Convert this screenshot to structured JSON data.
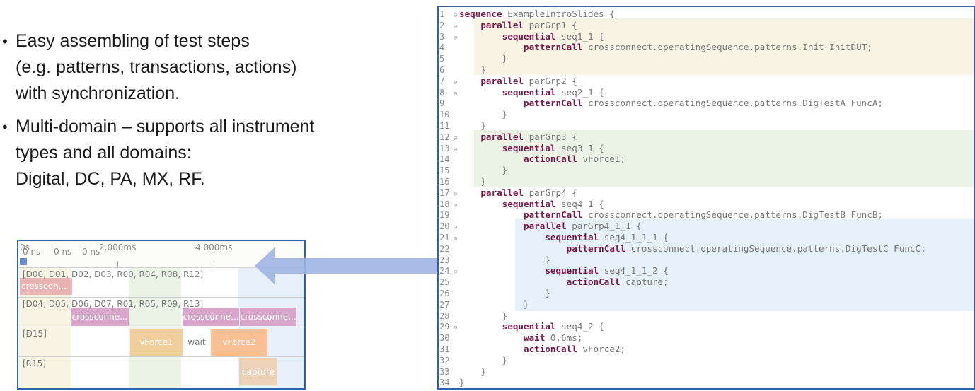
{
  "bullets": [
    {
      "lines": [
        "Easy assembling of test steps",
        "(e.g. patterns, transactions, actions)",
        "with synchronization."
      ]
    },
    {
      "lines": [
        "Multi-domain – supports all instrument",
        "types and all domains:",
        "Digital, DC, PA, MX, RF."
      ]
    }
  ],
  "timeline": {
    "header_labels": [
      "0s",
      "0 ns",
      "0 ns",
      "0 ns",
      "2.000ms",
      "4.000ms"
    ],
    "rows": [
      {
        "label": "[D00, D01, D02, D03, R00, R04, R08, R12]",
        "blocks": [
          "crosscon..."
        ]
      },
      {
        "label": "[D04, D05, D06, D07, R01, R05, R09, R13]",
        "blocks": [
          "crossconne...",
          "crossconne...",
          "crossconne..."
        ]
      },
      {
        "label": "[D15]",
        "blocks": [
          "vForce1",
          "wait",
          "vForce2"
        ]
      },
      {
        "label": "[R15]",
        "blocks": [
          "capture"
        ]
      }
    ]
  },
  "colors": {
    "panel_border": "#2e63b0",
    "keyword": "#7a1a4a",
    "highlight_yellow": "#f7f4e4",
    "highlight_green": "#eaf3e6",
    "highlight_blue": "#e6f0fb",
    "arrow": "#9fb5e3"
  },
  "code": {
    "lines": [
      {
        "n": "1",
        "fold": true,
        "indent": 0,
        "kw": "sequence",
        "rest": " ExampleIntroSlides {"
      },
      {
        "n": "2",
        "fold": true,
        "indent": 4,
        "kw": "parallel",
        "rest": " parGrp1 {"
      },
      {
        "n": "3",
        "fold": true,
        "indent": 8,
        "kw": "sequential",
        "rest": " seq1_1 {"
      },
      {
        "n": "4",
        "fold": false,
        "indent": 12,
        "kw": "patternCall",
        "rest": " crossconnect.operatingSequence.patterns.Init InitDUT;"
      },
      {
        "n": "5",
        "fold": false,
        "indent": 8,
        "kw": "",
        "rest": "}"
      },
      {
        "n": "6",
        "fold": false,
        "indent": 4,
        "kw": "",
        "rest": "}"
      },
      {
        "n": "7",
        "fold": true,
        "indent": 4,
        "kw": "parallel",
        "rest": " parGrp2 {"
      },
      {
        "n": "8",
        "fold": true,
        "indent": 8,
        "kw": "sequential",
        "rest": " seq2_1 {"
      },
      {
        "n": "9",
        "fold": false,
        "indent": 12,
        "kw": "patternCall",
        "rest": " crossconnect.operatingSequence.patterns.DigTestA FuncA;"
      },
      {
        "n": "10",
        "fold": false,
        "indent": 8,
        "kw": "",
        "rest": "}"
      },
      {
        "n": "11",
        "fold": false,
        "indent": 4,
        "kw": "",
        "rest": "}"
      },
      {
        "n": "12",
        "fold": true,
        "indent": 4,
        "kw": "parallel",
        "rest": " parGrp3 {"
      },
      {
        "n": "13",
        "fold": true,
        "indent": 8,
        "kw": "sequential",
        "rest": " seq3_1 {"
      },
      {
        "n": "14",
        "fold": false,
        "indent": 12,
        "kw": "actionCall",
        "rest": " vForce1;"
      },
      {
        "n": "15",
        "fold": false,
        "indent": 8,
        "kw": "",
        "rest": "}"
      },
      {
        "n": "16",
        "fold": false,
        "indent": 4,
        "kw": "",
        "rest": "}"
      },
      {
        "n": "17",
        "fold": true,
        "indent": 4,
        "kw": "parallel",
        "rest": " parGrp4 {"
      },
      {
        "n": "18",
        "fold": true,
        "indent": 8,
        "kw": "sequential",
        "rest": " seq4_1 {"
      },
      {
        "n": "19",
        "fold": false,
        "indent": 12,
        "kw": "patternCall",
        "rest": " crossconnect.operatingSequence.patterns.DigTestB FuncB;"
      },
      {
        "n": "20",
        "fold": true,
        "indent": 12,
        "kw": "parallel",
        "rest": " parGrp4_1_1 {"
      },
      {
        "n": "21",
        "fold": true,
        "indent": 16,
        "kw": "sequential",
        "rest": " seq4_1_1_1 {"
      },
      {
        "n": "22",
        "fold": false,
        "indent": 20,
        "kw": "patternCall",
        "rest": " crossconnect.operatingSequence.patterns.DigTestC FuncC;"
      },
      {
        "n": "23",
        "fold": false,
        "indent": 16,
        "kw": "",
        "rest": "}"
      },
      {
        "n": "24",
        "fold": true,
        "indent": 16,
        "kw": "sequential",
        "rest": " seq4_1_1_2 {"
      },
      {
        "n": "25",
        "fold": false,
        "indent": 20,
        "kw": "actionCall",
        "rest": " capture;"
      },
      {
        "n": "26",
        "fold": false,
        "indent": 16,
        "kw": "",
        "rest": "}"
      },
      {
        "n": "27",
        "fold": false,
        "indent": 12,
        "kw": "",
        "rest": "}"
      },
      {
        "n": "28",
        "fold": false,
        "indent": 8,
        "kw": "",
        "rest": "}"
      },
      {
        "n": "29",
        "fold": true,
        "indent": 8,
        "kw": "sequential",
        "rest": " seq4_2 {"
      },
      {
        "n": "30",
        "fold": false,
        "indent": 12,
        "kw": "wait",
        "rest": " 0.6ms;"
      },
      {
        "n": "31",
        "fold": false,
        "indent": 12,
        "kw": "actionCall",
        "rest": " vForce2;"
      },
      {
        "n": "32",
        "fold": false,
        "indent": 8,
        "kw": "",
        "rest": "}"
      },
      {
        "n": "33",
        "fold": false,
        "indent": 4,
        "kw": "",
        "rest": "}"
      },
      {
        "n": "34",
        "fold": false,
        "indent": 0,
        "kw": "",
        "rest": "}"
      }
    ]
  }
}
